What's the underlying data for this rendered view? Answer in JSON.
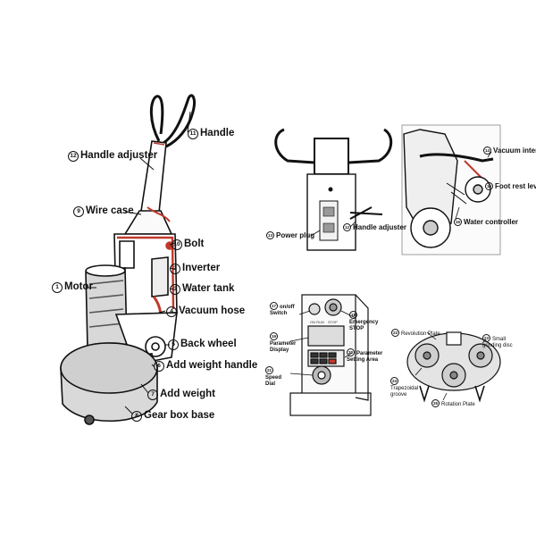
{
  "main_machine": {
    "labels": [
      {
        "num": "11",
        "text": "Handle"
      },
      {
        "num": "12",
        "text": "Handle adjuster"
      },
      {
        "num": "9",
        "text": "Wire case"
      },
      {
        "num": "10",
        "text": "Bolt"
      },
      {
        "num": "2",
        "text": "Inverter"
      },
      {
        "num": "3",
        "text": "Water tank"
      },
      {
        "num": "1",
        "text": "Motor"
      },
      {
        "num": "4",
        "text": "Vacuum hose"
      },
      {
        "num": "5",
        "text": "Back wheel"
      },
      {
        "num": "6",
        "text": "Add weight handle"
      },
      {
        "num": "7",
        "text": "Add weight"
      },
      {
        "num": "8",
        "text": "Gear box base"
      }
    ]
  },
  "handle_view": {
    "labels": [
      {
        "num": "13",
        "text": "Power plug"
      },
      {
        "num": "12",
        "text": "Handle adjuster"
      }
    ]
  },
  "wheel_view": {
    "labels": [
      {
        "num": "14",
        "text": "Vacuum interface"
      },
      {
        "num": "15",
        "text": "Foot rest lever"
      },
      {
        "num": "16",
        "text": "Water controller"
      }
    ]
  },
  "panel_view": {
    "labels": [
      {
        "num": "17",
        "text": "on/off Switch"
      },
      {
        "num": "18",
        "text": "Emergency STOP"
      },
      {
        "num": "19",
        "text": "Parameter Display"
      },
      {
        "num": "20",
        "text": "Parameter Setting Area"
      },
      {
        "num": "21",
        "text": "Speed Dial"
      }
    ],
    "panel_text": {
      "stop": "STOP",
      "unit": "ON RUN"
    }
  },
  "disc_view": {
    "labels": [
      {
        "num": "22",
        "text": "Revolution Plate"
      },
      {
        "num": "23",
        "text": "Small grinding disc"
      },
      {
        "num": "24",
        "text": "Trapezoidal groove"
      },
      {
        "num": "25",
        "text": "Rotation Plate"
      }
    ]
  },
  "colors": {
    "line": "#111111",
    "accent_red": "#c0392b",
    "shade": "#9a9a9a"
  }
}
